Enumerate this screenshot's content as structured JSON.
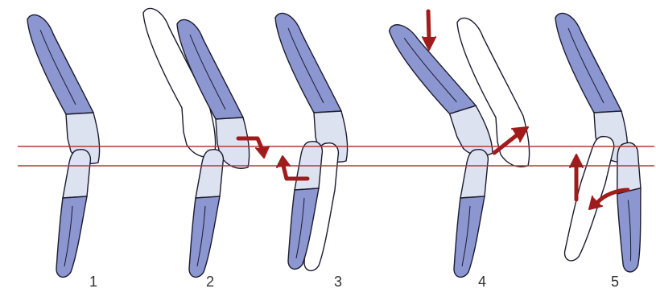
{
  "panels": [
    {
      "label": "1"
    },
    {
      "label": "2"
    },
    {
      "label": "3"
    },
    {
      "label": "4"
    },
    {
      "label": "5"
    }
  ],
  "colors": {
    "tooth_root": "#8c96d0",
    "tooth_crown": "#dde2f1",
    "outline": "#1b1b2e",
    "ghost_fill": "#ffffff",
    "occlusal_line": "#b03a36",
    "arrow": "#a01c1c",
    "label": "#333333"
  }
}
